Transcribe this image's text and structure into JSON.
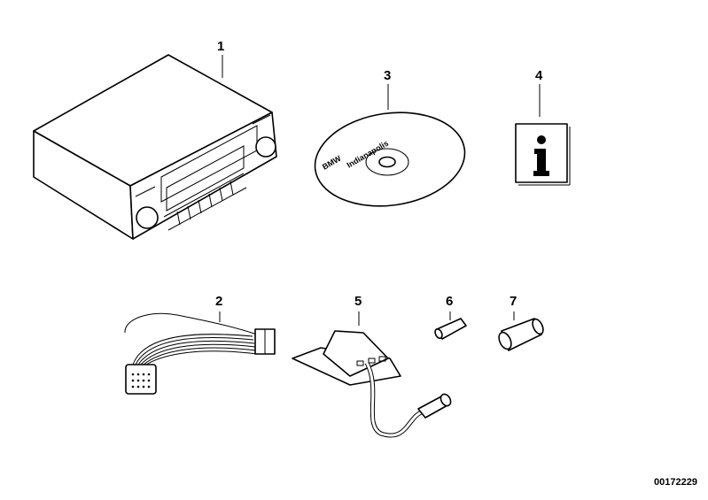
{
  "diagram": {
    "parts": [
      {
        "number": "1",
        "item": "radio-unit"
      },
      {
        "number": "2",
        "item": "wiring-harness"
      },
      {
        "number": "3",
        "item": "cd",
        "disc_text": [
          "BMW",
          "Indianapolis"
        ]
      },
      {
        "number": "4",
        "item": "info-booklet",
        "icon": "info-icon"
      },
      {
        "number": "5",
        "item": "antenna"
      },
      {
        "number": "6",
        "item": "small-sleeve"
      },
      {
        "number": "7",
        "item": "large-sleeve"
      }
    ],
    "document_number": "00172229"
  }
}
